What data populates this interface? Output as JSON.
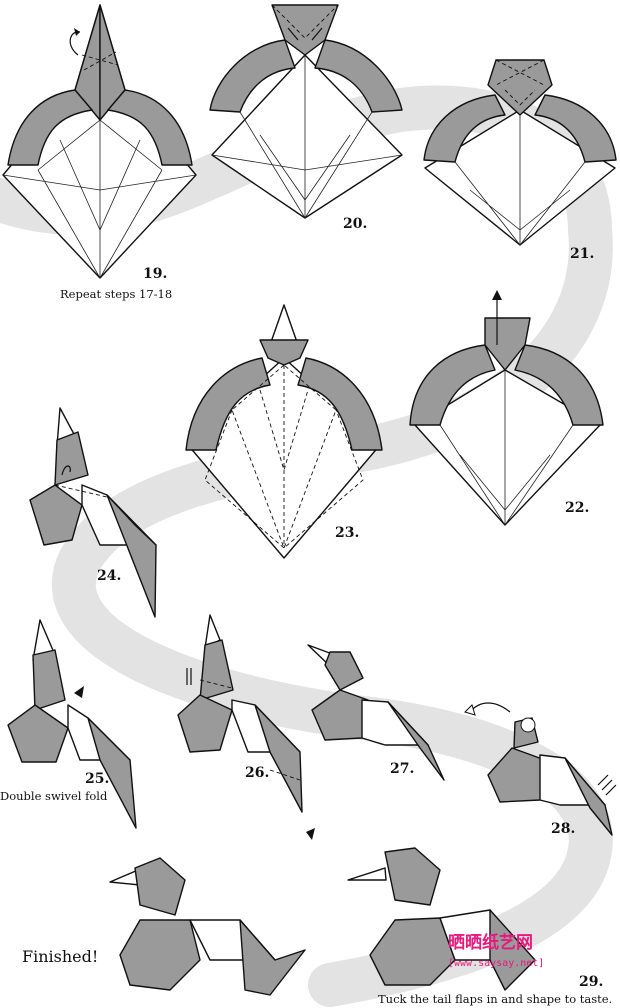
{
  "steps": {
    "s19": "19.",
    "s19_caption": "Repeat steps 17-18",
    "s20": "20.",
    "s21": "21.",
    "s22": "22.",
    "s23": "23.",
    "s24": "24.",
    "s25": "25.",
    "s25_caption": "Double swivel fold",
    "s26": "26.",
    "s27": "27.",
    "s28": "28.",
    "s29": "29.",
    "s29_caption": "Tuck the tail flaps in and shape to taste."
  },
  "finished_label": "Finished!",
  "watermark": {
    "title": "晒晒纸艺网",
    "url": "[www.saysay.net]"
  },
  "colors": {
    "paper_gray": "#9a9a9a",
    "path_band": "#e3e3e3",
    "watermark": "#e6197d"
  }
}
